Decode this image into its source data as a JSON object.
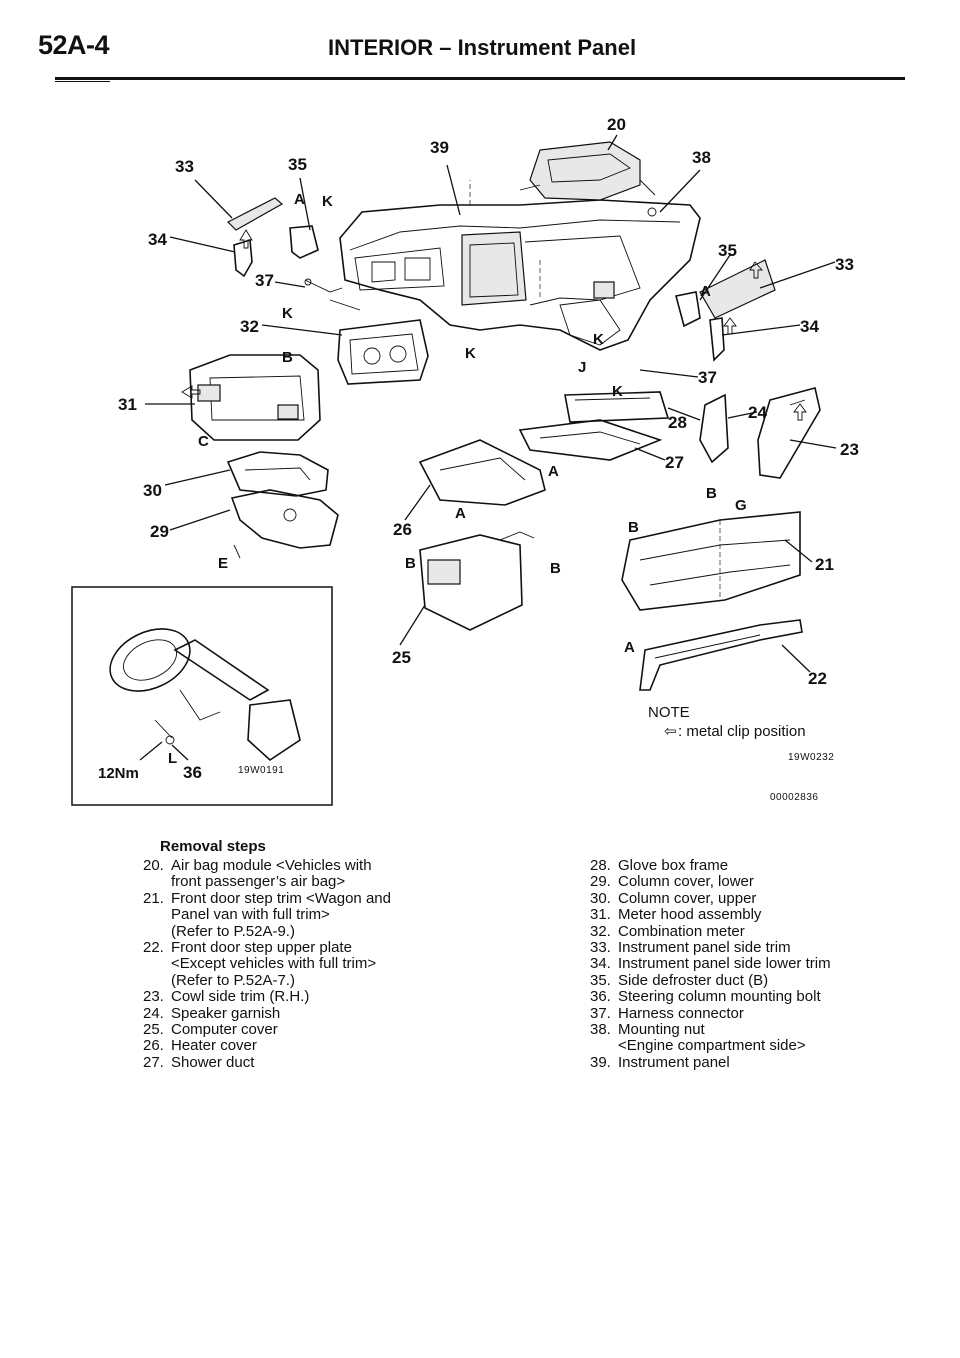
{
  "header": {
    "page_number": "52A-4",
    "section_title": "INTERIOR – Instrument Panel"
  },
  "diagram": {
    "callouts": {
      "c20": "20",
      "c39": "39",
      "c38": "38",
      "c33a": "33",
      "c35a": "35",
      "c34a": "34",
      "c37a": "37",
      "c32": "32",
      "c31": "31",
      "c30": "30",
      "c29": "29",
      "c26": "26",
      "c25": "25",
      "c35b": "35",
      "c33b": "33",
      "c34b": "34",
      "c37b": "37",
      "c28": "28",
      "c24": "24",
      "c23": "23",
      "c27": "27",
      "c21": "21",
      "c22": "22",
      "c36": "36"
    },
    "letters": {
      "l_A1": "A",
      "l_K1": "K",
      "l_K2": "K",
      "l_B1": "B",
      "l_C1": "C",
      "l_E1": "E",
      "l_K3": "K",
      "l_J1": "J",
      "l_K4": "K",
      "l_K5": "K",
      "l_A2": "A",
      "l_A3": "A",
      "l_A4": "A",
      "l_B2": "B",
      "l_B3": "B",
      "l_G1": "G",
      "l_B4": "B",
      "l_A5": "A",
      "l_L1": "L"
    },
    "torque_label": "12Nm",
    "inset_code": "19W0191",
    "figure_code": "19W0232",
    "document_code": "00002836"
  },
  "note": {
    "heading": "NOTE",
    "clip_symbol": "⇦",
    "clip_text": ": metal clip position"
  },
  "removal": {
    "heading": "Removal steps",
    "left_steps": [
      {
        "num": "20.",
        "text": "Air bag module <Vehicles with\nfront passenger’s air bag>"
      },
      {
        "num": "21.",
        "text": "Front door step trim <Wagon and\nPanel van with full trim>\n(Refer to P.52A-9.)"
      },
      {
        "num": "22.",
        "text": "Front door step upper plate\n<Except vehicles with full trim>\n(Refer to P.52A-7.)"
      },
      {
        "num": "23.",
        "text": "Cowl side trim (R.H.)"
      },
      {
        "num": "24.",
        "text": "Speaker garnish"
      },
      {
        "num": "25.",
        "text": "Computer cover"
      },
      {
        "num": "26.",
        "text": "Heater cover"
      },
      {
        "num": "27.",
        "text": "Shower duct"
      }
    ],
    "right_steps": [
      {
        "num": "28.",
        "text": "Glove box frame"
      },
      {
        "num": "29.",
        "text": "Column cover, lower"
      },
      {
        "num": "30.",
        "text": "Column cover, upper"
      },
      {
        "num": "31.",
        "text": "Meter hood assembly"
      },
      {
        "num": "32.",
        "text": "Combination meter"
      },
      {
        "num": "33.",
        "text": "Instrument panel side trim"
      },
      {
        "num": "34.",
        "text": "Instrument panel side lower trim"
      },
      {
        "num": "35.",
        "text": "Side defroster duct (B)"
      },
      {
        "num": "36.",
        "text": "Steering column mounting bolt"
      },
      {
        "num": "37.",
        "text": "Harness connector"
      },
      {
        "num": "38.",
        "text": "Mounting nut\n<Engine compartment side>"
      },
      {
        "num": "39.",
        "text": "Instrument panel"
      }
    ]
  }
}
